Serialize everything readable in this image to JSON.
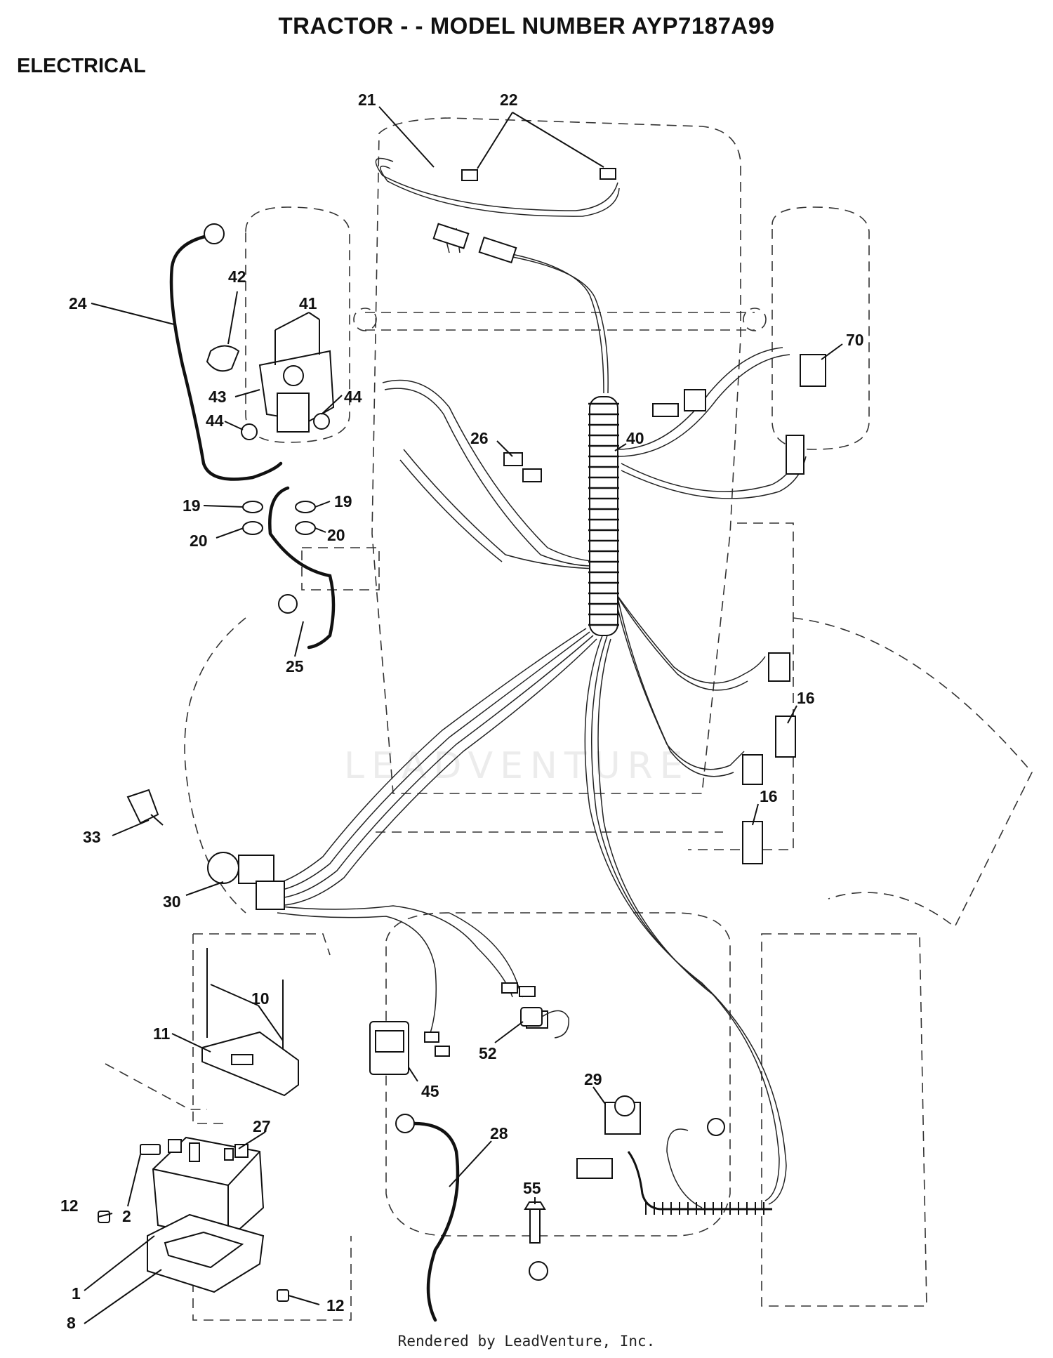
{
  "header": {
    "title": "TRACTOR - - MODEL NUMBER AYP7187A99",
    "section": "ELECTRICAL"
  },
  "watermark": "LEADVENTURE",
  "callouts": {
    "c1": "1",
    "c2": "2",
    "c8": "8",
    "c10": "10",
    "c11": "11",
    "c12a": "12",
    "c12b": "12",
    "c16a": "16",
    "c16b": "16",
    "c19a": "19",
    "c19b": "19",
    "c20a": "20",
    "c20b": "20",
    "c21": "21",
    "c22": "22",
    "c24": "24",
    "c25": "25",
    "c26": "26",
    "c27": "27",
    "c28": "28",
    "c29": "29",
    "c30": "30",
    "c33": "33",
    "c40": "40",
    "c41": "41",
    "c42": "42",
    "c43": "43",
    "c44a": "44",
    "c44b": "44",
    "c45": "45",
    "c52": "52",
    "c55": "55",
    "c70": "70"
  },
  "footer": "Rendered by LeadVenture, Inc."
}
